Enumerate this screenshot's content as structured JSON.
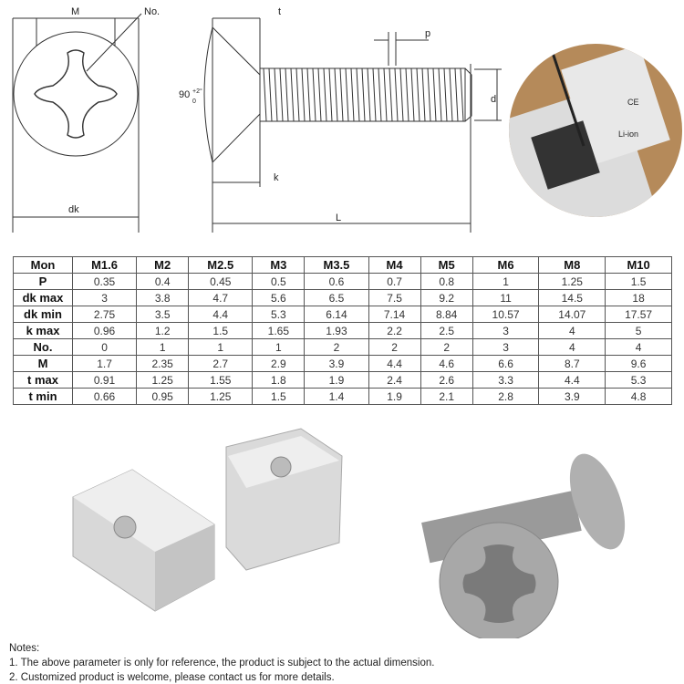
{
  "diagram": {
    "labels": {
      "M": "M",
      "No": "No.",
      "t": "t",
      "p": "p",
      "angle": "90",
      "angle_tol_upper": "+2°",
      "angle_tol_lower": "0",
      "d": "d",
      "k": "k",
      "dk": "dk",
      "L": "L"
    }
  },
  "photo": {
    "battery_text": "Li-ion",
    "ce_mark": "CE"
  },
  "table": {
    "headers": [
      "Mon",
      "M1.6",
      "M2",
      "M2.5",
      "M3",
      "M3.5",
      "M4",
      "M5",
      "M6",
      "M8",
      "M10"
    ],
    "rows": [
      {
        "label": "P",
        "values": [
          "0.35",
          "0.4",
          "0.45",
          "0.5",
          "0.6",
          "0.7",
          "0.8",
          "1",
          "1.25",
          "1.5"
        ]
      },
      {
        "label": "dk max",
        "values": [
          "3",
          "3.8",
          "4.7",
          "5.6",
          "6.5",
          "7.5",
          "9.2",
          "11",
          "14.5",
          "18"
        ]
      },
      {
        "label": "dk min",
        "values": [
          "2.75",
          "3.5",
          "4.4",
          "5.3",
          "6.14",
          "7.14",
          "8.84",
          "10.57",
          "14.07",
          "17.57"
        ]
      },
      {
        "label": "k max",
        "values": [
          "0.96",
          "1.2",
          "1.5",
          "1.65",
          "1.93",
          "2.2",
          "2.5",
          "3",
          "4",
          "5"
        ]
      },
      {
        "label": "No.",
        "values": [
          "0",
          "1",
          "1",
          "1",
          "2",
          "2",
          "2",
          "3",
          "4",
          "4"
        ]
      },
      {
        "label": "M",
        "values": [
          "1.7",
          "2.35",
          "2.7",
          "2.9",
          "3.9",
          "4.4",
          "4.6",
          "6.6",
          "8.7",
          "9.6"
        ]
      },
      {
        "label": "t max",
        "values": [
          "0.91",
          "1.25",
          "1.55",
          "1.8",
          "1.9",
          "2.4",
          "2.6",
          "3.3",
          "4.4",
          "5.3"
        ]
      },
      {
        "label": "t min",
        "values": [
          "0.66",
          "0.95",
          "1.25",
          "1.5",
          "1.4",
          "1.9",
          "2.1",
          "2.8",
          "3.9",
          "4.8"
        ]
      }
    ]
  },
  "notes": {
    "title": "Notes:",
    "lines": [
      "1. The above parameter is only for reference, the product is subject to the actual dimension.",
      "2. Customized product is welcome, please contact us for more details."
    ]
  }
}
